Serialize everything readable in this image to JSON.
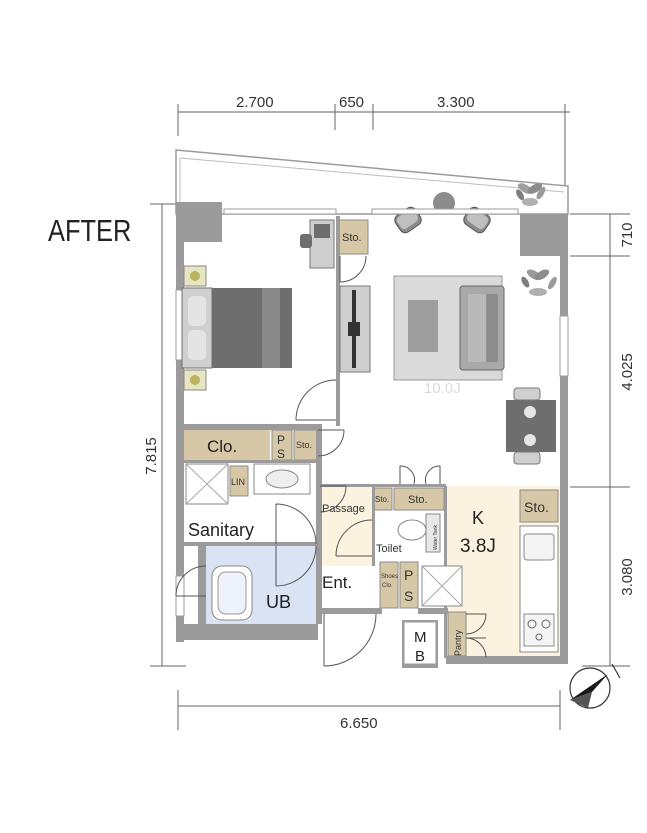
{
  "heading": "AFTER",
  "dimensions": {
    "top_1": "2.700",
    "top_2": "650",
    "top_3": "3.300",
    "bottom": "6.650",
    "left": "7.815",
    "right_1": "710",
    "right_2": "4.025",
    "right_3": "3.080"
  },
  "rooms": {
    "ldk_area_faint": "10.0J",
    "kitchen_letter": "K",
    "kitchen_size": "3.8J",
    "closet": "Clo.",
    "sanitary": "Sanitary",
    "unit_bath": "UB",
    "entrance": "Ent.",
    "passage": "Passage",
    "toilet": "Toilet",
    "linen": "LIN",
    "pantry": "Pantry",
    "storage_bedroom": "Sto.",
    "storage_closet": "Sto.",
    "storage_passage_small": "Sto.",
    "storage_passage": "Sto.",
    "storage_kitchen": "Sto.",
    "ps_top": "P",
    "ps_bottom": "S",
    "ps2_top": "P",
    "ps2_bottom": "S",
    "mb_top": "M",
    "mb_bottom": "B",
    "shoes_top": "Shoes",
    "shoes_bottom": "Clo.",
    "toilet_tank": "Water Tank"
  },
  "colors": {
    "wall": "#9b9b9b",
    "wood": "#e9dcc4",
    "storage": "#d6c7a6",
    "kitchen_floor": "#fbf2df",
    "tile": "#d9e3f3",
    "bed": "#6e6e6e",
    "sofa": "#a9a9a9"
  },
  "icons": [
    "compass-north-icon",
    "plant-icon",
    "bed-icon",
    "sofa-icon",
    "dining-table-icon",
    "bathtub-icon",
    "washbasin-icon",
    "toilet-icon",
    "stove-icon",
    "sink-icon"
  ]
}
